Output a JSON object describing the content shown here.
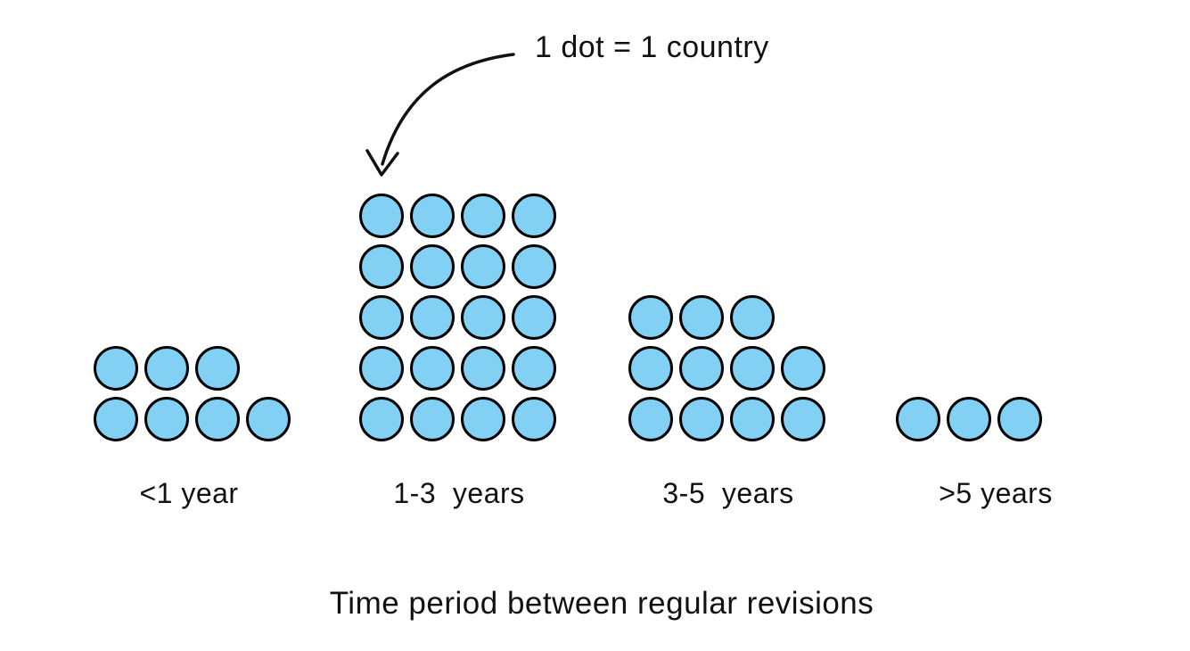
{
  "annotation": {
    "text": "1 dot = 1 country"
  },
  "title": "Time period between regular revisions",
  "colors": {
    "dot_fill": "#82D1F5",
    "dot_border": "#000000",
    "text": "#111111",
    "background": "#FFFFFF"
  },
  "chart_data": {
    "type": "dot_plot",
    "unit_note": "1 dot = 1 country",
    "categories": [
      "<1 year",
      "1-3  years",
      "3-5  years",
      ">5 years"
    ],
    "values": [
      7,
      20,
      11,
      3
    ],
    "series": [
      {
        "name": "countries",
        "values": [
          7,
          20,
          11,
          3
        ]
      }
    ],
    "dots_per_row": 4,
    "title": "",
    "xlabel": "Time period between regular revisions",
    "ylabel": "",
    "legend_position": "top-center",
    "grid": false,
    "axes_shown": false
  }
}
